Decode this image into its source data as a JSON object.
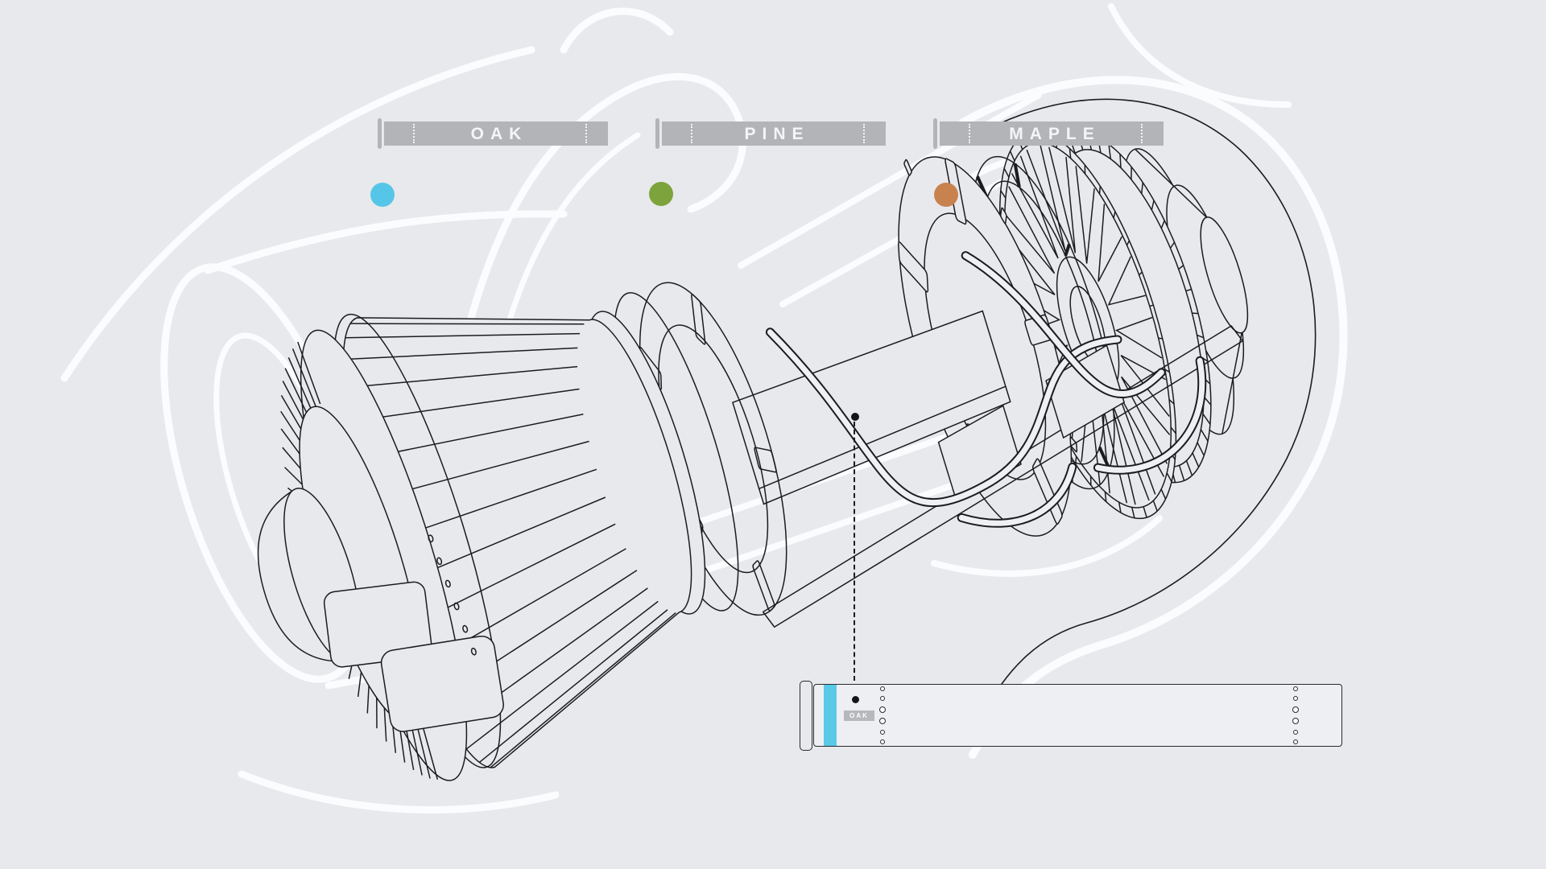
{
  "scene": {
    "background": "#e8e9ed",
    "line_color": "#1c1c20",
    "ghost_color": "#fbfcfe",
    "subject": "exploded turbofan engine technical line drawing"
  },
  "timeline": {
    "bar_color": "#b2b4b7",
    "text_color": "#f4f5f7",
    "segments": [
      {
        "label": "OAK",
        "dot_color": "#56c6e8"
      },
      {
        "label": "PINE",
        "dot_color": "#7da33c"
      },
      {
        "label": "MAPLE",
        "dot_color": "#c8824e"
      }
    ]
  },
  "annotation": {
    "connector_style": "dashed",
    "connector_color": "#1c1c20"
  },
  "detail_bar": {
    "label": "OAK",
    "stripe_color": "#58cae8",
    "fill_color": "#edeff2",
    "left_perforations": 6,
    "right_perforations": 6
  }
}
